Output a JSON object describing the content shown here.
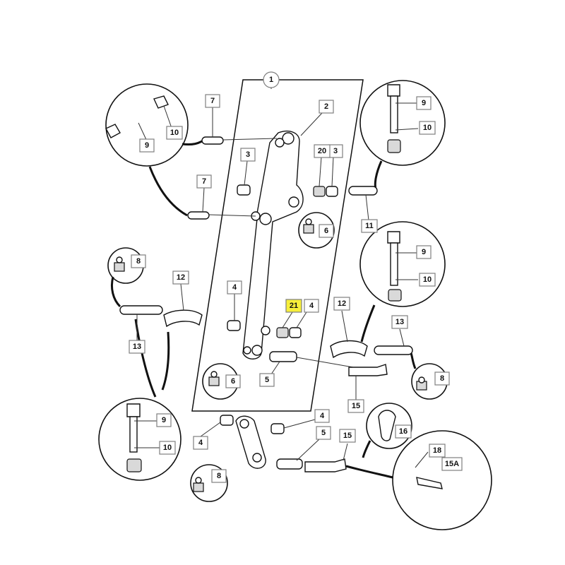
{
  "diagram": {
    "callouts": [
      {
        "id": "c1",
        "text": "1"
      },
      {
        "id": "c2",
        "text": "2"
      },
      {
        "id": "c3a",
        "text": "3"
      },
      {
        "id": "c3b",
        "text": "3"
      },
      {
        "id": "c20",
        "text": "20"
      },
      {
        "id": "c4a",
        "text": "4"
      },
      {
        "id": "c4b",
        "text": "4"
      },
      {
        "id": "c4c",
        "text": "4"
      },
      {
        "id": "c4d",
        "text": "4"
      },
      {
        "id": "c5a",
        "text": "5"
      },
      {
        "id": "c5b",
        "text": "5"
      },
      {
        "id": "c6a",
        "text": "6"
      },
      {
        "id": "c6b",
        "text": "6"
      },
      {
        "id": "c7a",
        "text": "7"
      },
      {
        "id": "c7b",
        "text": "7"
      },
      {
        "id": "c8a",
        "text": "8"
      },
      {
        "id": "c8b",
        "text": "8"
      },
      {
        "id": "c8c",
        "text": "8"
      },
      {
        "id": "c9a",
        "text": "9"
      },
      {
        "id": "c9b",
        "text": "9"
      },
      {
        "id": "c9c",
        "text": "9"
      },
      {
        "id": "c9d",
        "text": "9"
      },
      {
        "id": "c10a",
        "text": "10"
      },
      {
        "id": "c10b",
        "text": "10"
      },
      {
        "id": "c10c",
        "text": "10"
      },
      {
        "id": "c10d",
        "text": "10"
      },
      {
        "id": "c11",
        "text": "11"
      },
      {
        "id": "c12a",
        "text": "12"
      },
      {
        "id": "c12b",
        "text": "12"
      },
      {
        "id": "c13a",
        "text": "13"
      },
      {
        "id": "c13b",
        "text": "13"
      },
      {
        "id": "c15a",
        "text": "15"
      },
      {
        "id": "c15b",
        "text": "15"
      },
      {
        "id": "c15A",
        "text": "15A"
      },
      {
        "id": "c16",
        "text": "16"
      },
      {
        "id": "c18",
        "text": "18"
      },
      {
        "id": "c21",
        "text": "21",
        "highlight": true
      }
    ],
    "highlight_color": "#f7ef3a"
  }
}
